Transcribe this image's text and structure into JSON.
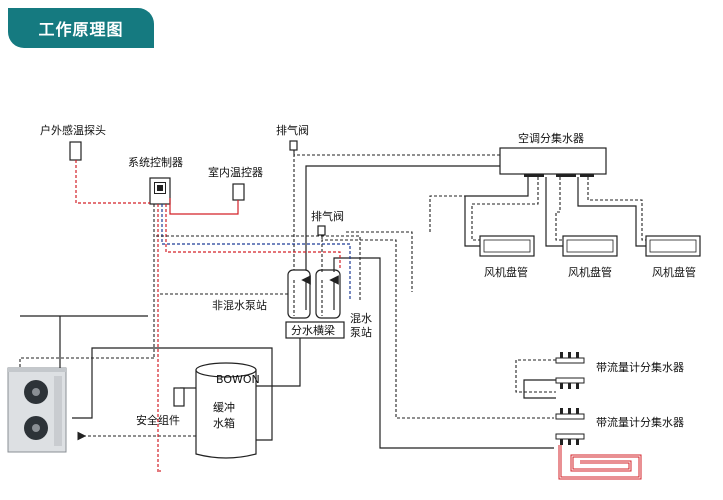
{
  "title": "工作原理图",
  "labels": {
    "outdoor_sensor": "户外感温探头",
    "system_controller": "系统控制器",
    "indoor_thermostat": "室内温控器",
    "exhaust_valve_top": "排气阀",
    "exhaust_valve_mid": "排气阀",
    "ac_manifold": "空调分集水器",
    "fan_coil_1": "风机盘管",
    "fan_coil_2": "风机盘管",
    "fan_coil_3": "风机盘管",
    "non_mixing_pump": "非混水泵站",
    "mixing_pump_line1": "混水",
    "mixing_pump_line2": "泵站",
    "distribution_beam": "分水横梁",
    "flow_manifold_1": "带流量计分集水器",
    "flow_manifold_2": "带流量计分集水器",
    "safety_group": "安全组件",
    "buffer_tank_line1": "缓冲",
    "buffer_tank_line2": "水箱",
    "tank_brand": "BOWON"
  },
  "colors": {
    "badge": "#157a80",
    "control_wire": "#d32027",
    "signal_wire": "#1e3c96",
    "pipe": "#222222"
  }
}
